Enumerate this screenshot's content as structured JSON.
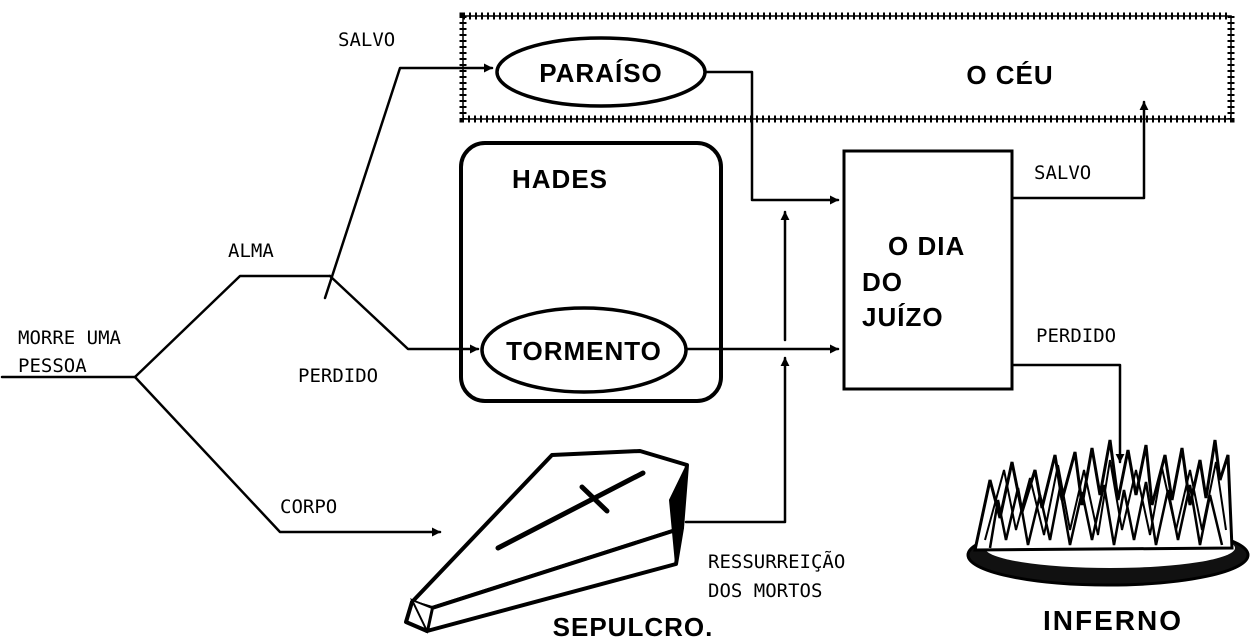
{
  "labels": {
    "start": "MORRE UMA",
    "start_line2": "PESSOA",
    "soul": "ALMA",
    "body": "CORPO",
    "saved_top": "SALVO",
    "lost_left": "PERDIDO",
    "paradise": "PARAÍSO",
    "heaven": "O CÉU",
    "hades": "HADES",
    "torment": "TORMENTO",
    "judgment_line1": "O DIA",
    "judgment_line2": "DO",
    "judgment_line3": "JUÍZO",
    "saved_right": "SALVO",
    "lost_right": "PERDIDO",
    "resurrection_line1": "RESSURREIÇÃO",
    "resurrection_line2": "DOS MORTOS",
    "tomb": "SEPULCRO.",
    "hell": "INFERNO"
  },
  "icons": {
    "coffin": "coffin-icon",
    "flames": "flames-icon",
    "cross": "cross-icon"
  }
}
